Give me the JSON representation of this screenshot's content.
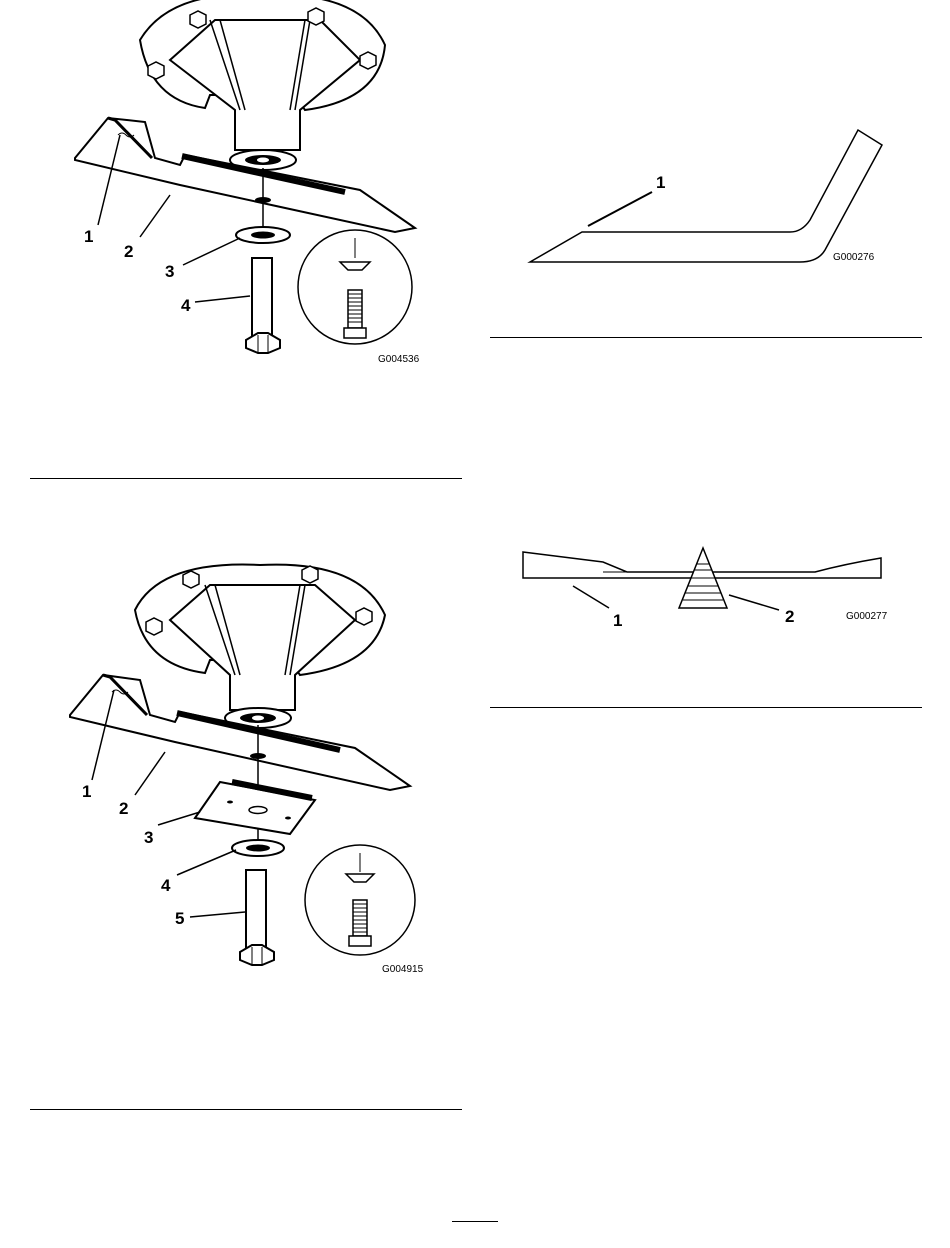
{
  "figures": [
    {
      "code": "G004536",
      "callouts": [
        "1",
        "2",
        "3",
        "4"
      ]
    },
    {
      "code": "G004915",
      "callouts": [
        "1",
        "2",
        "3",
        "4",
        "5"
      ]
    },
    {
      "code": "G000276",
      "callouts": [
        "1"
      ]
    },
    {
      "code": "G000277",
      "callouts": [
        "1",
        "2"
      ]
    }
  ]
}
